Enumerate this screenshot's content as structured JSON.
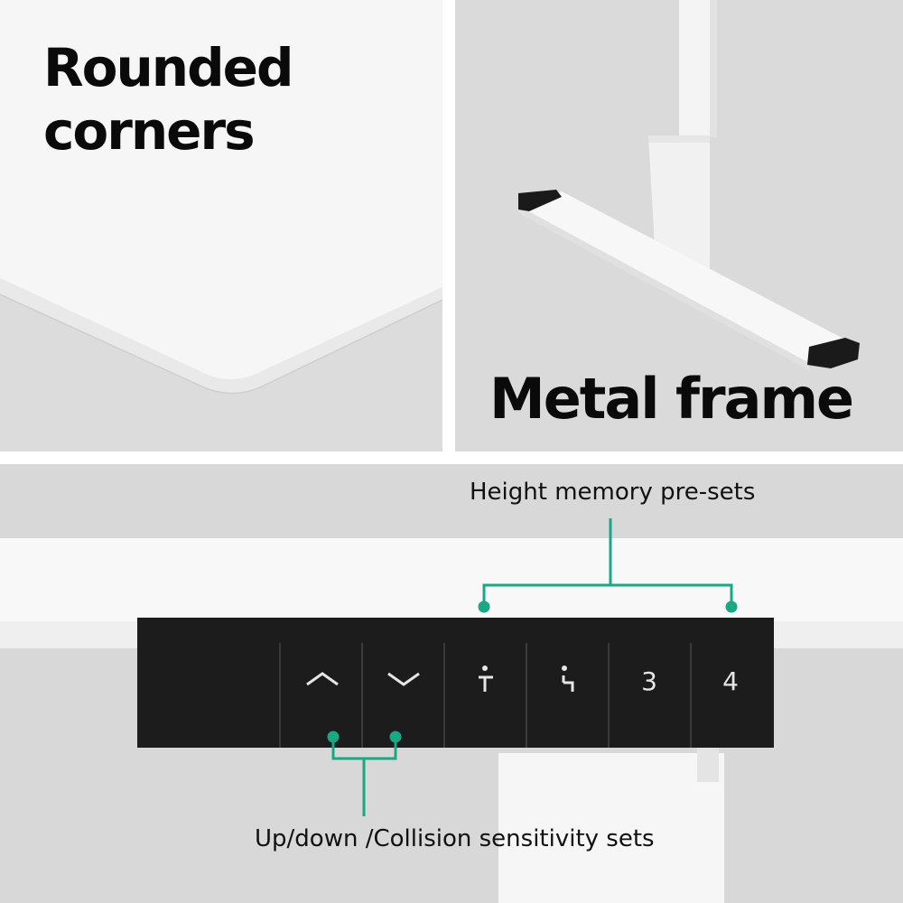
{
  "panels": {
    "top_left": {
      "headline": "Rounded\ncorners"
    },
    "top_right": {
      "headline": "Metal frame"
    },
    "bottom": {
      "callouts": {
        "top": "Height memory pre-sets",
        "bottom": "Up/down /Collision sensitivity sets"
      },
      "control_panel": {
        "buttons": [
          {
            "name": "up-button",
            "icon": "chevron-up-icon"
          },
          {
            "name": "down-button",
            "icon": "chevron-down-icon"
          },
          {
            "name": "preset-standing-button",
            "icon": "standing-person-icon"
          },
          {
            "name": "preset-sitting-button",
            "icon": "sitting-person-icon"
          },
          {
            "name": "preset-3-button",
            "label": "3"
          },
          {
            "name": "preset-4-button",
            "label": "4"
          }
        ],
        "accent_color": "#1aa784",
        "panel_color": "#1c1c1c"
      }
    }
  }
}
